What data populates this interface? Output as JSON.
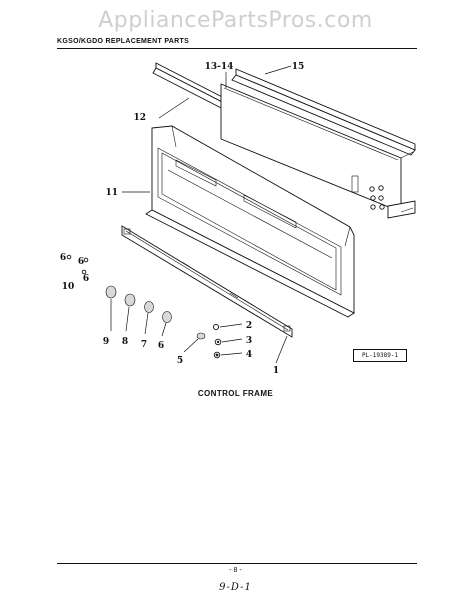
{
  "watermark": "AppliancePartsPros.com",
  "header": "KGSO/KGDO REPLACEMENT PARTS",
  "caption": "CONTROL FRAME",
  "page_number": "- 8 -",
  "handwritten_ref": "9-D-1",
  "reference_code": "PL-19389-1",
  "callouts": {
    "c1": "1",
    "c2": "2",
    "c3": "3",
    "c4": "4",
    "c5": "5",
    "c6a": "6",
    "c6b": "6",
    "c6c": "6",
    "c6d": "6",
    "c7": "7",
    "c8": "8",
    "c9": "9",
    "c10": "10",
    "c11": "11",
    "c12": "12",
    "c13": "13-14",
    "c15": "15"
  }
}
